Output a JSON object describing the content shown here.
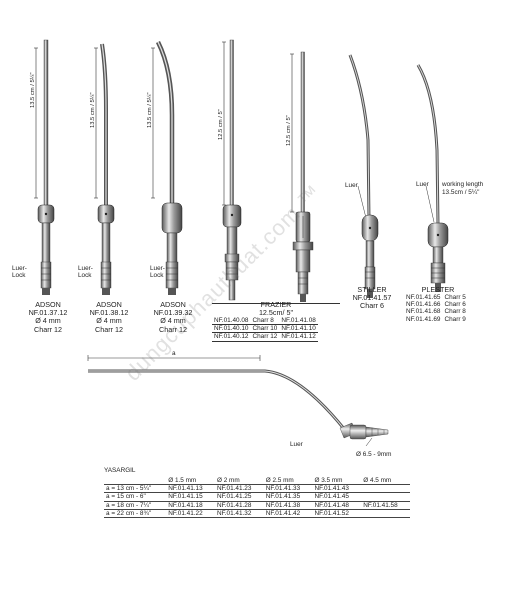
{
  "watermark": "dungcuphauthuat.com ™",
  "instruments": {
    "adson1": {
      "name": "ADSON",
      "code": "NF.01.37.12",
      "diameter": "Ø 4 mm",
      "charr": "Charr 12",
      "length": "13.5 cm / 5¼\"",
      "lock": "Luer-\nLock"
    },
    "adson2": {
      "name": "ADSON",
      "code": "NF.01.38.12",
      "diameter": "Ø 4 mm",
      "charr": "Charr 12",
      "length": "13.5 cm / 5¼\"",
      "lock": "Luer-\nLock"
    },
    "adson3": {
      "name": "ADSON",
      "code": "NF.01.39.32",
      "diameter": "Ø 4 mm",
      "charr": "Charr 12",
      "length": "13.5 cm / 5¼\"",
      "lock": "Luer-\nLock"
    },
    "frazier": {
      "name": "FRAZIER",
      "subtitle": "12.5cm/ 5\"",
      "length1": "12.5 cm / 5\"",
      "length2": "12.5 cm / 5\"",
      "rows": [
        [
          "NF.01.40.08",
          "Charr 8",
          "NF.01.41.08"
        ],
        [
          "NF.01.40.10",
          "Charr 10",
          "NF.01.41.10"
        ],
        [
          "NF.01.40.12",
          "Charr 12",
          "NF.01.41.12"
        ]
      ]
    },
    "stiller": {
      "name": "STILLER",
      "code": "NF.01.41.57",
      "charr": "Charr 6",
      "luer": "Luer"
    },
    "plester": {
      "name": "PLESTER",
      "luer": "Luer",
      "working": "working length\n13.5cm / 5¼\"",
      "rows": [
        [
          "NF.01.41.65",
          "Charr 5"
        ],
        [
          "NF.01.41.66",
          "Charr 6"
        ],
        [
          "NF.01.41.68",
          "Charr 8"
        ],
        [
          "NF.01.41.69",
          "Charr 9"
        ]
      ]
    }
  },
  "yasargil": {
    "a_label": "a",
    "luer": "Luer",
    "diameter": "Ø 6.5 - 9mm",
    "title": "YASARGIL",
    "headers": [
      "",
      "Ø 1.5 mm",
      "Ø 2 mm",
      "Ø 2.5 mm",
      "Ø 3.5 mm",
      "Ø 4.5 mm"
    ],
    "rows": [
      [
        "a = 13 cm - 5¼\"",
        "NF.01.41.13",
        "NF.01.41.23",
        "NF.01.41.33",
        "NF.01.41.43",
        ""
      ],
      [
        "a = 15 cm - 6\"",
        "NF.01.41.15",
        "NF.01.41.25",
        "NF.01.41.35",
        "NF.01.41.45",
        ""
      ],
      [
        "a = 18 cm - 7¼\"",
        "NF.01.41.18",
        "NF.01.41.28",
        "NF.01.41.38",
        "NF.01.41.48",
        "NF.01.41.58"
      ],
      [
        "a = 22 cm - 8¾\"",
        "NF.01.41.22",
        "NF.01.41.32",
        "NF.01.41.42",
        "NF.01.41.52",
        ""
      ]
    ]
  }
}
